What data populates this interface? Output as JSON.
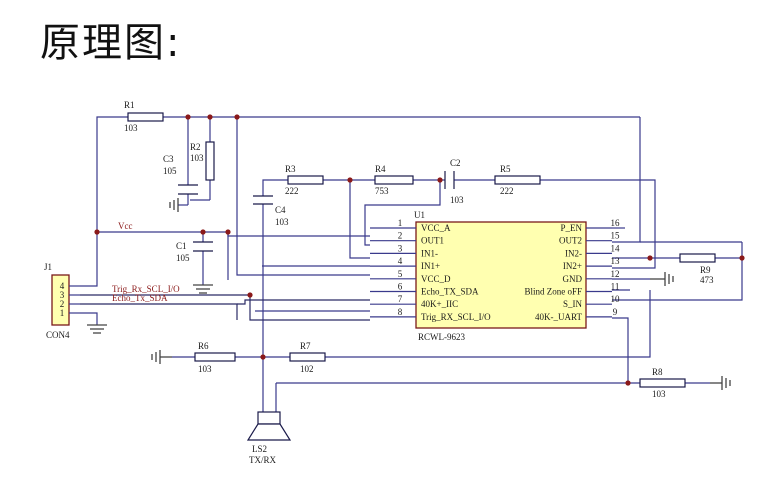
{
  "heading": "原理图:",
  "ic": {
    "ref": "U1",
    "part": "RCWL-9623",
    "left_pins": [
      {
        "num": "1",
        "name": "VCC_A"
      },
      {
        "num": "2",
        "name": "OUT1"
      },
      {
        "num": "3",
        "name": "IN1-"
      },
      {
        "num": "4",
        "name": "IN1+"
      },
      {
        "num": "5",
        "name": "VCC_D"
      },
      {
        "num": "6",
        "name": "Echo_TX_SDA"
      },
      {
        "num": "7",
        "name": "40K+_IIC"
      },
      {
        "num": "8",
        "name": "Trig_RX_SCL_I/O"
      }
    ],
    "right_pins": [
      {
        "num": "16",
        "name": "P_EN"
      },
      {
        "num": "15",
        "name": "OUT2"
      },
      {
        "num": "14",
        "name": "IN2-"
      },
      {
        "num": "13",
        "name": "IN2+"
      },
      {
        "num": "12",
        "name": "GND"
      },
      {
        "num": "11",
        "name": "Blind Zone oFF"
      },
      {
        "num": "10",
        "name": "S_IN"
      },
      {
        "num": "9",
        "name": "40K-_UART"
      }
    ]
  },
  "connector": {
    "ref": "J1",
    "part": "CON4",
    "pins": [
      "4",
      "3",
      "2",
      "1"
    ],
    "net_vcc": "Vcc",
    "net_trig": "Trig_Rx_SCL_I/O",
    "net_echo": "Echo_Tx_SDA"
  },
  "parts": {
    "r1": {
      "ref": "R1",
      "val": "103"
    },
    "r2": {
      "ref": "R2",
      "val": "103"
    },
    "r3": {
      "ref": "R3",
      "val": "222"
    },
    "r4": {
      "ref": "R4",
      "val": "753"
    },
    "r5": {
      "ref": "R5",
      "val": "222"
    },
    "r6": {
      "ref": "R6",
      "val": "103"
    },
    "r7": {
      "ref": "R7",
      "val": "102"
    },
    "r8": {
      "ref": "R8",
      "val": "103"
    },
    "r9": {
      "ref": "R9",
      "val": "473"
    },
    "c1": {
      "ref": "C1",
      "val": "105"
    },
    "c2": {
      "ref": "C2",
      "val": "103"
    },
    "c3": {
      "ref": "C3",
      "val": "105"
    },
    "c4": {
      "ref": "C4",
      "val": "103"
    },
    "ls2": {
      "ref": "LS2",
      "val": "TX/RX"
    }
  }
}
